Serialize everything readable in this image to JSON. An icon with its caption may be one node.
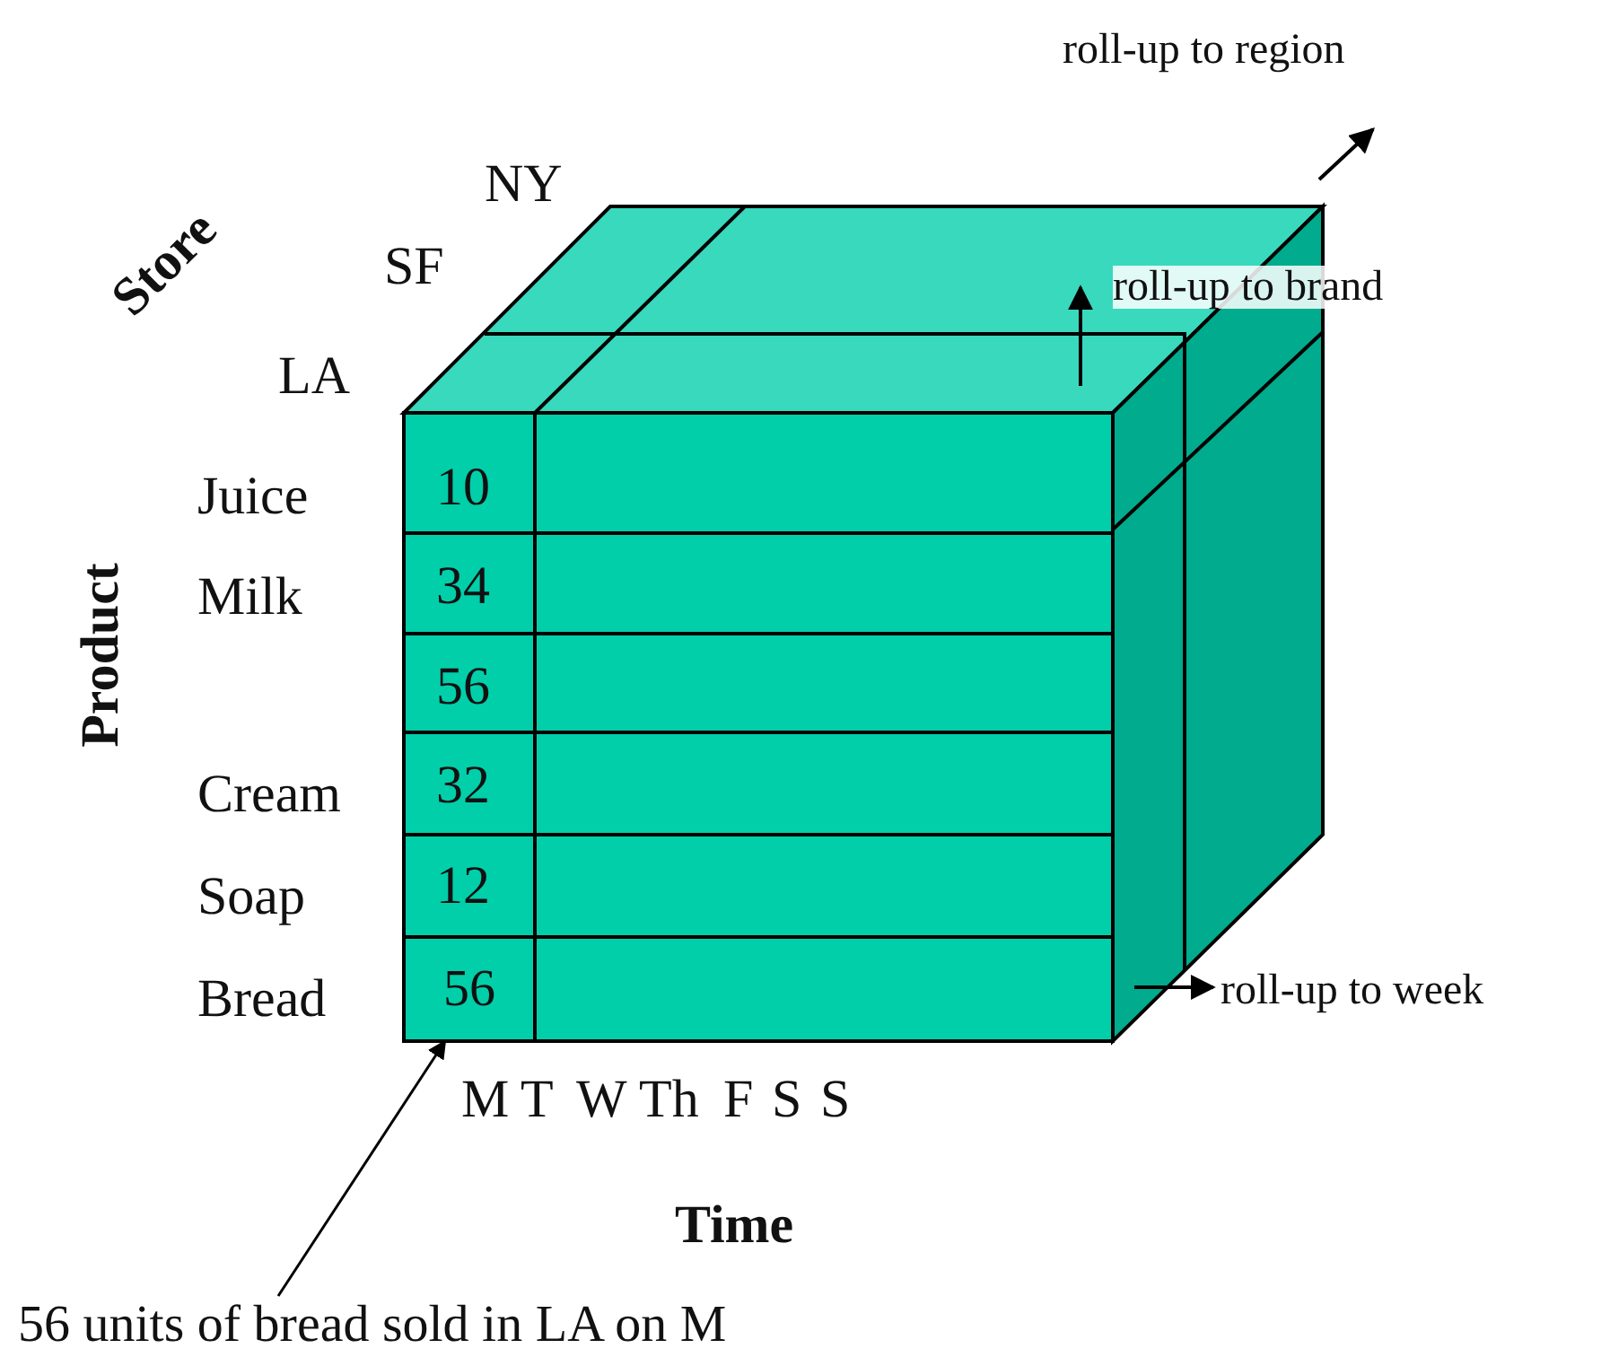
{
  "diagram": {
    "nodes": [
      {
        "text": [
          "56 units of bread sold in LA on M"
        ]
      },
      {
        "text": [
          "56"
        ]
      }
    ],
    "edges": [
      {
        "from": 0,
        "to": 1,
        "arrow": "to"
      }
    ],
    "labels": [
      "roll-up to region",
      "NY",
      "Store",
      "SF",
      "roll-up to brand",
      "LA",
      "Product",
      "Juice",
      "10",
      "Milk",
      "34",
      "56",
      "Cream",
      "32",
      "Soap",
      "12",
      "Bread",
      "roll-up to week",
      "M",
      "T",
      "W",
      "Th",
      "F",
      "S",
      "S",
      "Time"
    ]
  }
}
